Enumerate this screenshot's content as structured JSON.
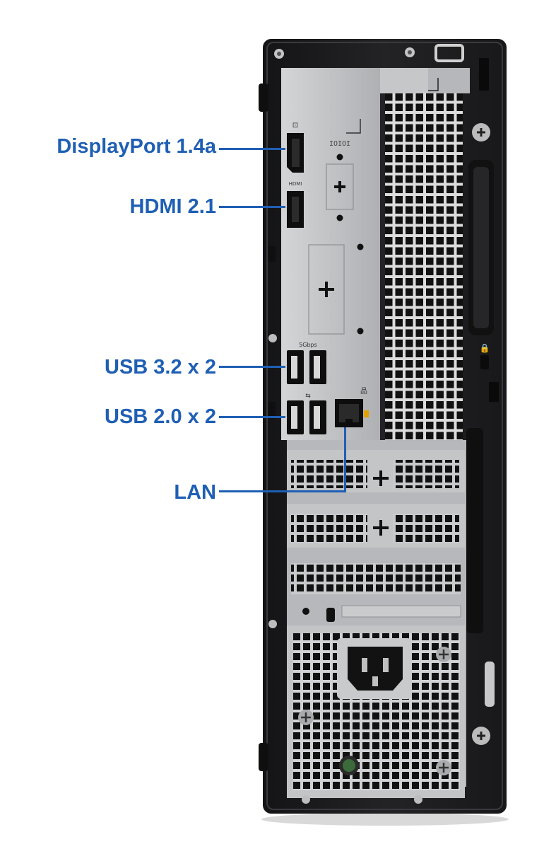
{
  "callouts": [
    {
      "id": "displayport",
      "label": "DisplayPort 1.4a"
    },
    {
      "id": "hdmi",
      "label": "HDMI 2.1"
    },
    {
      "id": "usb32",
      "label": "USB 3.2 x 2"
    },
    {
      "id": "usb20",
      "label": "USB 2.0 x 2"
    },
    {
      "id": "lan",
      "label": "LAN"
    }
  ],
  "panel_markings": {
    "serial_glyph": "IOIOI",
    "usb_speed_glyph": "5Gbps"
  },
  "colors": {
    "callout_blue": "#1f5fb4",
    "chassis_black": "#1c1c1e",
    "io_silver": "#bfc1c3"
  }
}
